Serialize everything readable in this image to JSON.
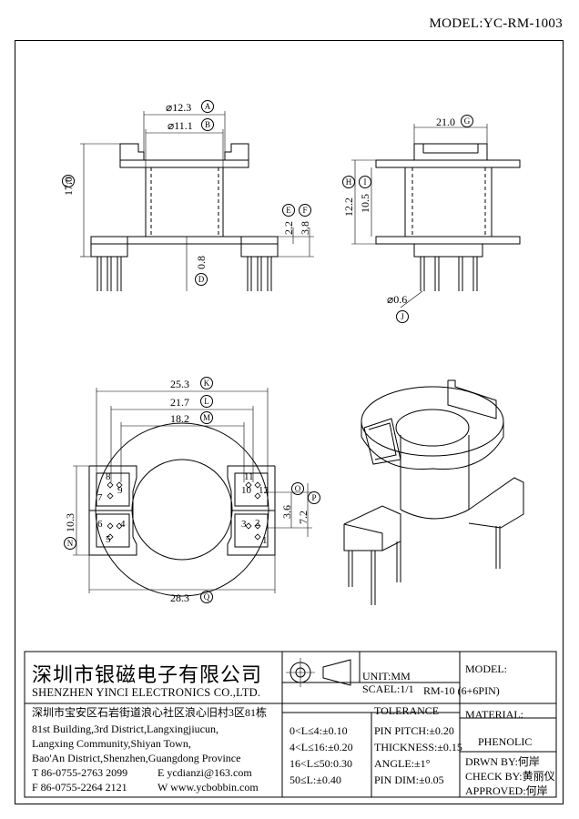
{
  "model_header": "MODEL:YC-RM-1003",
  "dims": {
    "d_A": "⌀12.3",
    "A": "A",
    "d_B": "⌀11.1",
    "B": "B",
    "d_C": "17.0",
    "C": "C",
    "d_D": "0.8",
    "D": "D",
    "d_E": "2.2",
    "E": "E",
    "d_F": "3.8",
    "F": "F",
    "d_G": "21.0",
    "G": "G",
    "d_H": "12.2",
    "H": "H",
    "d_I": "10.5",
    "I": "I",
    "d_J": "⌀0.6",
    "J": "J",
    "d_K": "25.3",
    "K": "K",
    "d_L": "21.7",
    "L": "L",
    "d_M": "18.2",
    "M": "M",
    "d_N": "10.3",
    "N": "N",
    "d_O": "3.6",
    "O": "O",
    "d_P": "7.2",
    "P": "P",
    "d_Q": "28.3",
    "Q": "Q"
  },
  "pins": [
    "8",
    "9",
    "7",
    "6",
    "4",
    "5",
    "11",
    "10",
    "12",
    "3",
    "2",
    "1"
  ],
  "title_block": {
    "company_cn": "深圳市银磁电子有限公司",
    "company_en": "SHENZHEN YINCI ELECTRONICS CO.,LTD.",
    "address_cn": "深圳市宝安区石岩街道浪心社区浪心旧村3区81栋",
    "address_en_1": "81st Building,3rd District,Langxingjiucun,",
    "address_en_2": "Langxing Community,Shiyan Town,",
    "address_en_3": "Bao'An District,Shenzhen,Guangdong Province",
    "tel": "T 86-0755-2763 2099",
    "email": "E ycdianzi@163.com",
    "fax": "F 86-0755-2264 2121",
    "web": "W www.ycbobbin.com",
    "unit": "UNIT:MM",
    "scale": "SCAEL:1/1",
    "model_label": "MODEL:",
    "model_value": "RM-10 (6+6PIN)",
    "tolerance_title": "TOLERANCE",
    "tol_1": "0<L≤4:±0.10",
    "tol_2": "4<L≤16:±0.20",
    "tol_3": "16<L≤50:0.30",
    "tol_4": "50≤L:±0.40",
    "pin_pitch": "PIN PITCH:±0.20",
    "thickness": "THICKNESS:±0.15",
    "angle": "ANGLE:±1°",
    "pin_dim": "PIN DIM:±0.05",
    "material_label": "MATERIAL:",
    "material_value": "PHENOLIC",
    "drawn_by": "DRWN BY:何岸",
    "check_by": "CHECK BY:黄丽仪",
    "approved": "APPROVED:何岸"
  }
}
